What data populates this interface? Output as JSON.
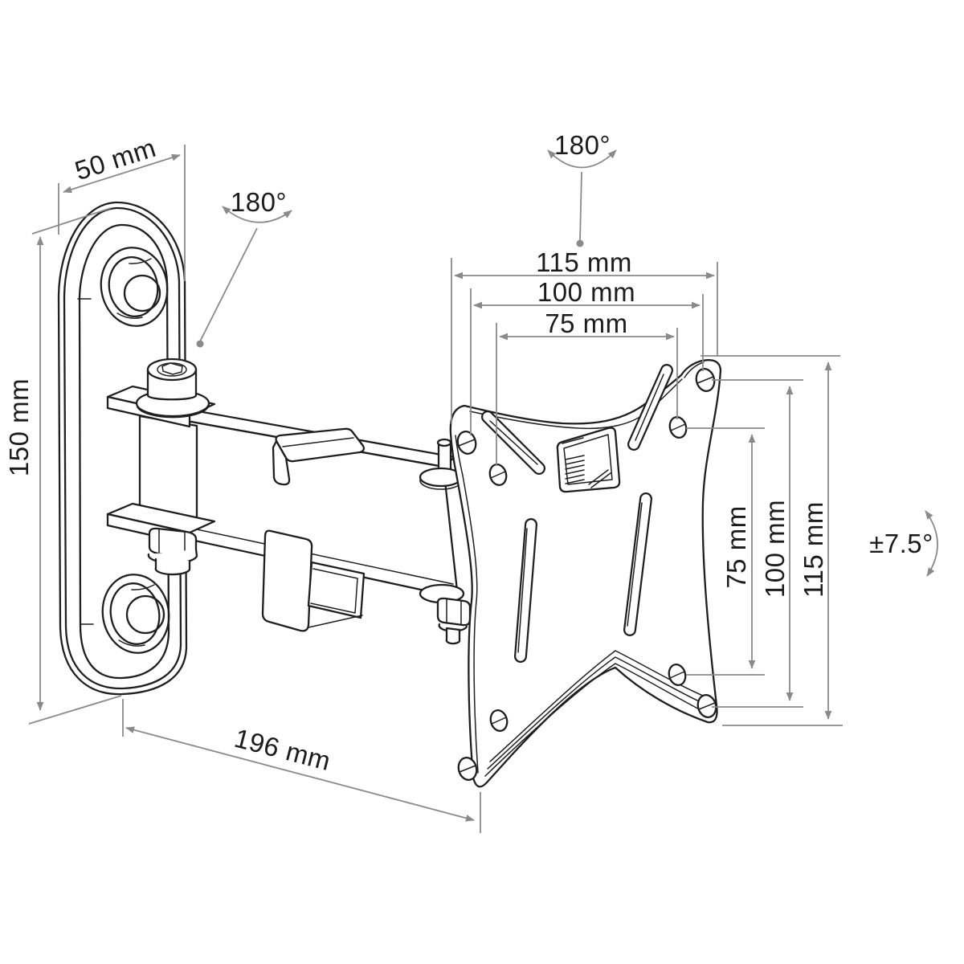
{
  "colors": {
    "line": "#1f1f1f",
    "dimension_line": "#8a8a8a",
    "background": "#ffffff"
  },
  "labels": {
    "wall_plate_width": "50 mm",
    "wall_plate_height": "150 mm",
    "swivel_wall": "180°",
    "swivel_vesa": "180°",
    "vesa_top_width_115": "115 mm",
    "vesa_top_width_100": "100 mm",
    "vesa_top_width_75": "75 mm",
    "vesa_side_height_75": "75 mm",
    "vesa_side_height_100": "100 mm",
    "vesa_side_height_115": "115 mm",
    "tilt_range": "±7.5°",
    "arm_length": "196 mm"
  }
}
